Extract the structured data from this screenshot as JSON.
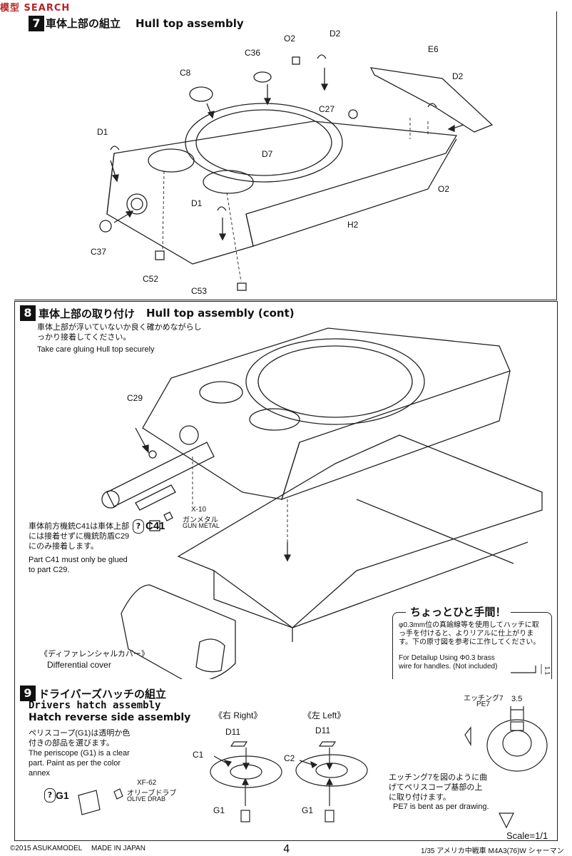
{
  "watermark": "模型 SEARCH",
  "step7": {
    "number": "7",
    "title_jp": "車体上部の組立",
    "title_en": "Hull top assembly",
    "parts": [
      "O2",
      "D2",
      "C36",
      "E6",
      "C8",
      "D2",
      "C27",
      "D1",
      "D7",
      "O2",
      "D1",
      "H2",
      "C37",
      "C52",
      "C53"
    ]
  },
  "step8": {
    "number": "8",
    "title_jp": "車体上部の取り付け",
    "title_en": "Hull top assembly (cont)",
    "note_jp": "車体上部が浮いていないか良く確かめながらしっかり接着してください。",
    "note_en": "Take care gluing Hull top securely",
    "part_c29": "C29",
    "paint_code": "X-10",
    "paint_jp": "ガンメタル",
    "paint_en": "GUN METAL",
    "part_c41": "C41",
    "c41_note_jp": "車体前方機銃C41は車体上部には接着せずに機銃防盾C29にのみ接着します。",
    "c41_note_en": "Part C41 must only be glued to part C29.",
    "diff_cover_jp": "《ディファレンシャルカバー》",
    "diff_cover_en": "Differential cover"
  },
  "tip": {
    "title_jp": "ちょっとひと手間！",
    "body_jp": "φ0.3mm位の真鍮線等を使用してハッチに取っ手を付けると、よりリアルに仕上がります。下の原寸図を参考に工作してください。",
    "body_en": "For Detailup Using Φ0.3 brass wire for handles. (Not included)",
    "dim": "1.1"
  },
  "step9": {
    "number": "9",
    "title_jp": "ドライバーズハッチの組立",
    "title_en1": "Drivers hatch assembly",
    "title_en2": "Hatch reverse side assembly",
    "note_jp": "ペリスコープ(G1)は透明か色付きの部品を選びます。",
    "note_en": "The periscope (G1) is a clear part. Paint as per the color annex",
    "g1_label": "G1",
    "paint_code": "XF-62",
    "paint_jp": "オリーブドラブ",
    "paint_en": "OLIVE DRAB",
    "right_label": "《右 Right》",
    "left_label": "《左 Left》",
    "right_parts": [
      "D11",
      "C1",
      "G1"
    ],
    "left_parts": [
      "D11",
      "C2",
      "G1"
    ],
    "etch_label_jp": "エッチング7",
    "etch_label": "PE7",
    "etch_dim": "3.5",
    "etch_note_jp": "エッチング7を図のように曲げてペリスコープ基部の上に取り付けます。",
    "etch_note_en": "PE7 is bent as per drawing.",
    "scale": "Scale=1/1"
  },
  "footer": {
    "copyright": "©2015 ASUKAMODEL",
    "made_in": "MADE IN JAPAN",
    "page": "4",
    "product": "1/35 アメリカ中戦車 M4A3(76)W シャーマン"
  }
}
